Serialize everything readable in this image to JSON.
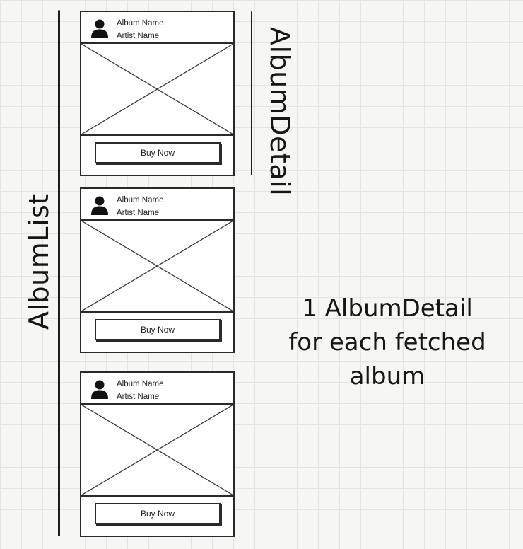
{
  "labels": {
    "album_list": "AlbumList",
    "album_detail": "AlbumDetail"
  },
  "cards": [
    {
      "album_name": "Album Name",
      "artist_name": "Artist Name",
      "buy_label": "Buy Now"
    },
    {
      "album_name": "Album Name",
      "artist_name": "Artist Name",
      "buy_label": "Buy Now"
    },
    {
      "album_name": "Album Name",
      "artist_name": "Artist Name",
      "buy_label": "Buy Now"
    }
  ],
  "caption": {
    "line1": "1 AlbumDetail",
    "line2": "for each fetched",
    "line3": "album"
  },
  "icons": {
    "avatar": "user-icon",
    "image": "image-placeholder-icon"
  },
  "colors": {
    "background": "#f6f6f4",
    "grid": "#e4e4e1",
    "ink": "#2a2a2a"
  }
}
